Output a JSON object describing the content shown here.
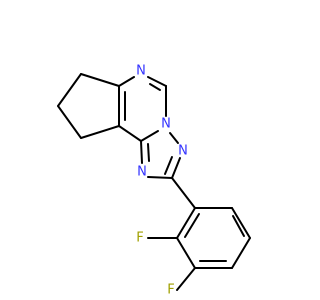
{
  "molecule": {
    "colors": {
      "background": "#ffffff",
      "bond": "#000000",
      "nitrogen": "#3333ff",
      "fluorine": "#a0a000"
    },
    "atom_labels": {
      "n_pyrimidine": "N",
      "n_bridgehead": "N",
      "n_triazole_upper": "N",
      "n_triazole_lower": "N",
      "f_ortho": "F",
      "f_meta": "F"
    }
  }
}
